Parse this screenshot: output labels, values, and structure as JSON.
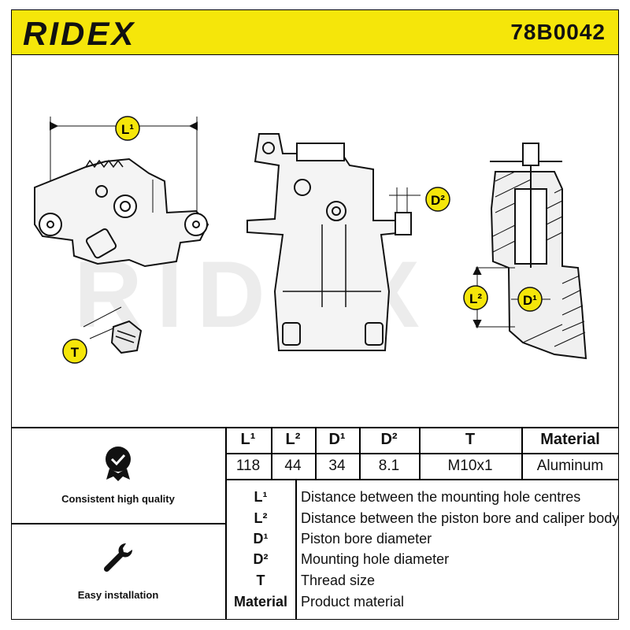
{
  "brand": {
    "logo_text": "RIDEX",
    "part_number": "78B0042",
    "accent_color": "#f5e60a"
  },
  "drawing": {
    "watermark": "RIDEX",
    "labels": {
      "L1": "L¹",
      "L2": "L²",
      "D1": "D¹",
      "D2": "D²",
      "T": "T"
    }
  },
  "features": [
    {
      "icon": "quality-check-icon",
      "label": "Consistent high quality"
    },
    {
      "icon": "wrench-icon",
      "label": "Easy installation"
    }
  ],
  "spec_table": {
    "headers": [
      "L¹",
      "L²",
      "D¹",
      "D²",
      "T",
      "Material"
    ],
    "values": [
      "118",
      "44",
      "34",
      "8.1",
      "M10x1",
      "Aluminum"
    ]
  },
  "legend": [
    {
      "key": "L¹",
      "desc": "Distance between the mounting hole centres"
    },
    {
      "key": "L²",
      "desc": "Distance between the piston bore and caliper body"
    },
    {
      "key": "D¹",
      "desc": "Piston bore diameter"
    },
    {
      "key": "D²",
      "desc": "Mounting hole diameter"
    },
    {
      "key": "T",
      "desc": "Thread size"
    },
    {
      "key": "Material",
      "desc": "Product material"
    }
  ]
}
